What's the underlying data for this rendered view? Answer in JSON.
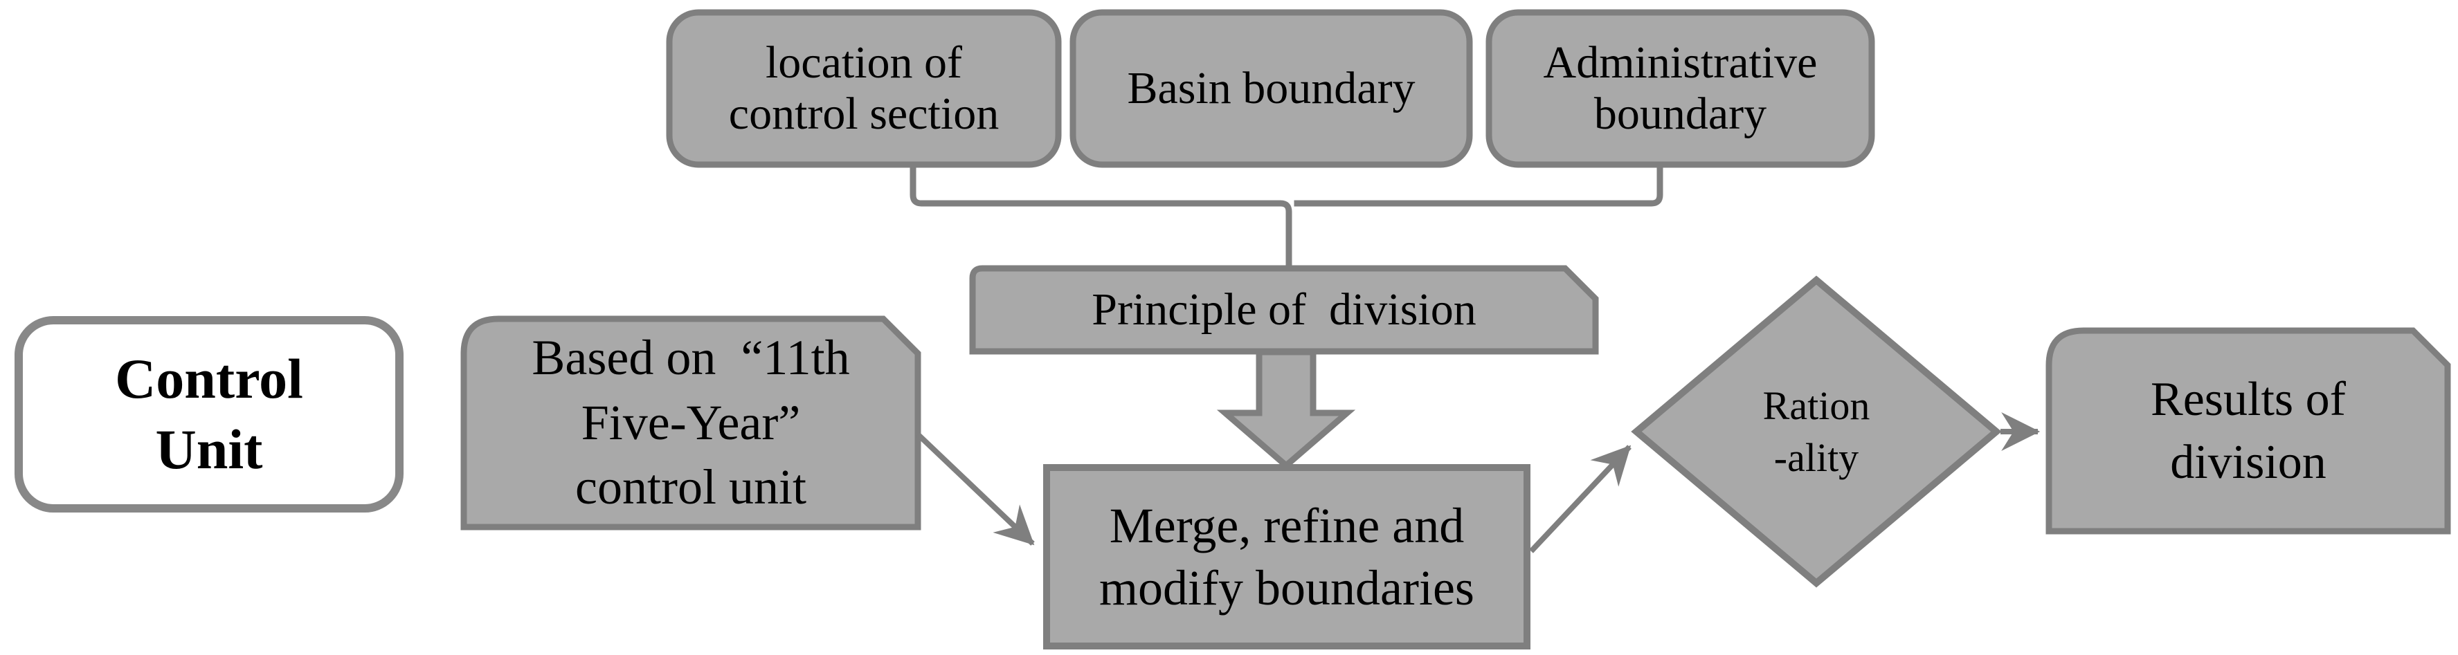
{
  "diagram": {
    "type": "flowchart",
    "background": "#FFFFFF",
    "colors": {
      "node_fill": "#A9A9A9",
      "node_border": "#7F7F7F",
      "connector": "#7F7F7F",
      "text": "#000000",
      "control_unit_fill": "#FFFFFF"
    },
    "nodes": {
      "location": {
        "shape": "rounded-rect",
        "lines": [
          "location of",
          "control section"
        ]
      },
      "basin": {
        "shape": "rounded-rect",
        "lines": [
          "Basin boundary"
        ]
      },
      "admin": {
        "shape": "rounded-rect",
        "lines": [
          "Administrative",
          "boundary"
        ]
      },
      "principle": {
        "shape": "card",
        "lines": [
          "Principle of  division"
        ]
      },
      "control_unit": {
        "shape": "rounded-rect",
        "lines": [
          "Control",
          "Unit"
        ]
      },
      "based_on": {
        "shape": "card",
        "lines": [
          "Based on  “11th",
          "Five-Year”",
          "control unit"
        ]
      },
      "merge": {
        "shape": "rect",
        "lines": [
          "Merge, refine and",
          "modify boundaries"
        ]
      },
      "rationality": {
        "shape": "diamond",
        "lines": [
          "Ration",
          "-ality"
        ]
      },
      "results": {
        "shape": "card",
        "lines": [
          "Results of",
          "division"
        ]
      }
    },
    "edges": [
      {
        "from": "location",
        "to": "principle",
        "style": "bracket-line"
      },
      {
        "from": "basin",
        "to": "principle",
        "style": "bracket-line"
      },
      {
        "from": "admin",
        "to": "principle",
        "style": "bracket-line"
      },
      {
        "from": "principle",
        "to": "merge",
        "style": "thick-block-arrow"
      },
      {
        "from": "based_on",
        "to": "merge",
        "style": "arrow"
      },
      {
        "from": "merge",
        "to": "rationality",
        "style": "arrow"
      },
      {
        "from": "rationality",
        "to": "results",
        "style": "arrow"
      }
    ]
  }
}
